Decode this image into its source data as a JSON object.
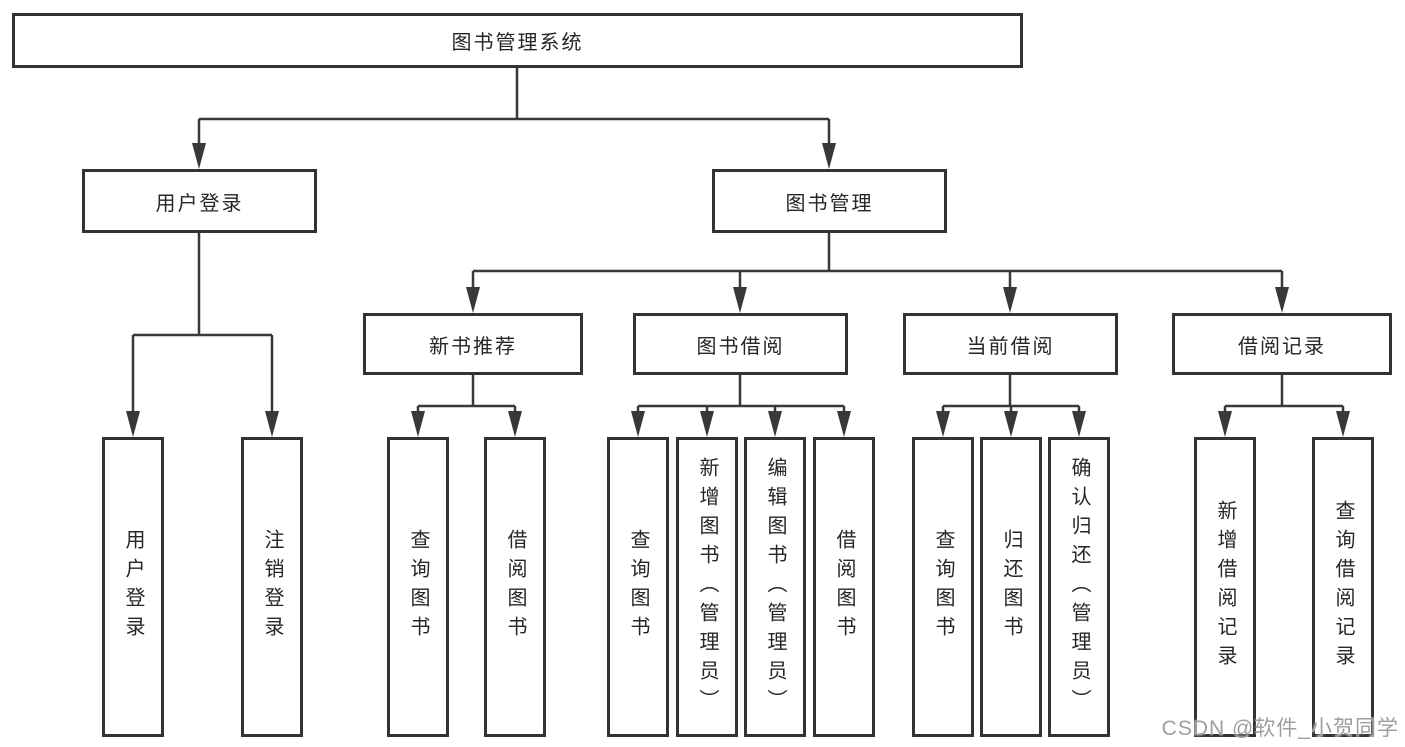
{
  "diagram": {
    "title": "图书管理系统",
    "level2": {
      "user_login": "用户登录",
      "book_management": "图书管理"
    },
    "level3": {
      "new_book_recommend": "新书推荐",
      "book_borrowing": "图书借阅",
      "current_borrowing": "当前借阅",
      "borrowing_records": "借阅记录"
    },
    "leaves": {
      "user_login": [
        "用户登录",
        "注销登录"
      ],
      "new_book_recommend": [
        "查询图书",
        "借阅图书"
      ],
      "book_borrowing": [
        "查询图书",
        "新增图书（管理员）",
        "编辑图书（管理员）",
        "借阅图书"
      ],
      "current_borrowing": [
        "查询图书",
        "归还图书",
        "确认归还（管理员）"
      ],
      "borrowing_records": [
        "新增借阅记录",
        "查询借阅记录"
      ]
    }
  },
  "watermark": "CSDN @软件_小贺同学",
  "colors": {
    "background": "#ffffff",
    "box_border": "#333333",
    "line": "#383838",
    "text": "#262626",
    "watermark": "#9e9e9e"
  }
}
